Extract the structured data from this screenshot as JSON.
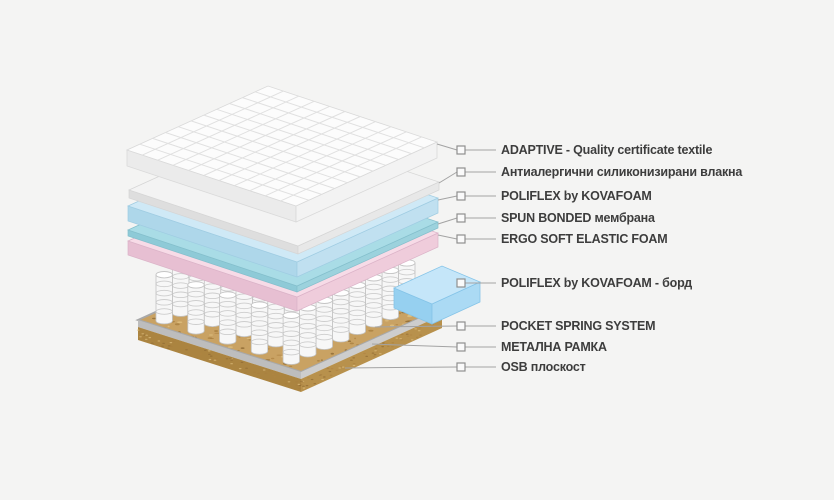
{
  "page": {
    "background": "#f4f4f3"
  },
  "diagram": {
    "colors": {
      "label_text": "#3d3d3d",
      "line": "#a3a3a3",
      "marker_fill": "#fafafa",
      "marker_border": "#8f8f8f",
      "quilt_top": "#fcfcfc",
      "quilt_left": "#ebebeb",
      "quilt_right": "#f3f3f3",
      "quilt_line": "#e0e0e0",
      "fiber_top": "#f3f3f3",
      "fiber_left": "#dedede",
      "fiber_right": "#e8e8e8",
      "foam_blue_top": "#cfe9f6",
      "foam_blue_left": "#aed7ea",
      "foam_blue_right": "#c0e0f0",
      "membrane_top": "#a9dce6",
      "membrane_left": "#8ecad7",
      "membrane_right": "#9cd2dd",
      "foam_pink_top": "#f7dbe7",
      "foam_pink_left": "#e7bfd2",
      "foam_pink_right": "#efccdb",
      "box_top": "#c5e6f9",
      "box_left": "#96d0f0",
      "box_right": "#abdaf4",
      "osb_top": "#c9a263",
      "osb_left": "#ab8440",
      "osb_right": "#b8914c",
      "frame_left": "#bdbdbd",
      "frame_right": "#cdcdcd",
      "frame_rim": "#a8a8a8",
      "spring_body": "#f7f7f7",
      "spring_stripe": "#cdcdcd",
      "spring_stroke": "#c4c4c4",
      "spring_cap": "#ffffff",
      "osb_speckles": [
        "#a97f3f",
        "#8f6a33",
        "#e0c080",
        "#b08443"
      ]
    }
  },
  "labels": [
    {
      "text": "ADAPTIVE - Quality certificate textile"
    },
    {
      "text": "Антиалергични силиконизирани влакна"
    },
    {
      "text": "POLIFLEX by KOVAFOAM"
    },
    {
      "text": "SPUN BONDED мембрана"
    },
    {
      "text": "ERGO SOFT ELASTIC FOAM"
    },
    {
      "text": "POLIFLEX by KOVAFOAM - борд"
    },
    {
      "text": "POCKET SPRING SYSTEM"
    },
    {
      "text": "МЕТАЛНА РАМКА"
    },
    {
      "text": "OSB плоскост"
    }
  ]
}
